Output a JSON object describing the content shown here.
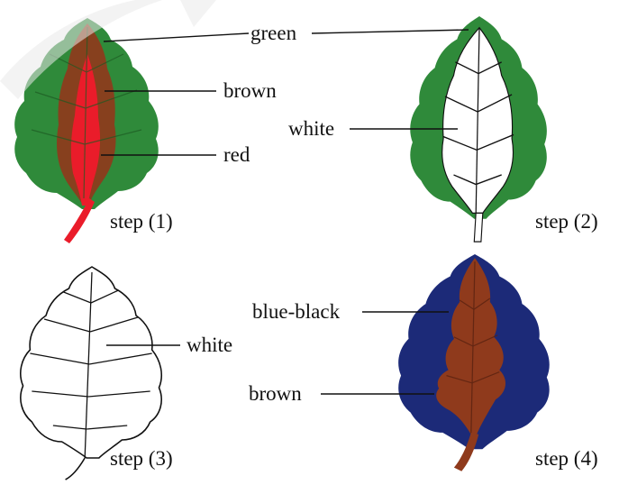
{
  "colors": {
    "leaf_green": "#2f8a3a",
    "leaf_brown": "#8f3a1c",
    "leaf_red": "#ea1c2a",
    "leaf_blue_black": "#1c2a78",
    "outline": "#111111"
  },
  "step1": {
    "caption": "step (1)",
    "labels": {
      "green": "green",
      "brown": "brown",
      "red": "red"
    }
  },
  "step2": {
    "caption": "step (2)",
    "labels": {
      "white": "white"
    }
  },
  "step3": {
    "caption": "step (3)",
    "labels": {
      "white": "white"
    }
  },
  "step4": {
    "caption": "step (4)",
    "labels": {
      "blue_black": "blue-black",
      "brown": "brown"
    }
  }
}
